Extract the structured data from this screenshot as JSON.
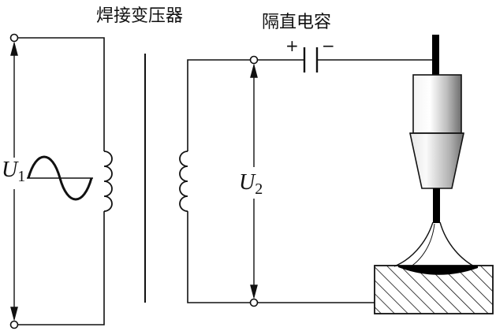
{
  "labels": {
    "transformer": "焊接变压器",
    "capacitor": "隔直电容",
    "u1_symbol": "U",
    "u1_sub": "1",
    "u2_symbol": "U",
    "u2_sub": "2",
    "plus": "+",
    "minus": "−"
  },
  "colors": {
    "line": "#111111",
    "fill_dark": "#000000",
    "background": "#ffffff"
  }
}
